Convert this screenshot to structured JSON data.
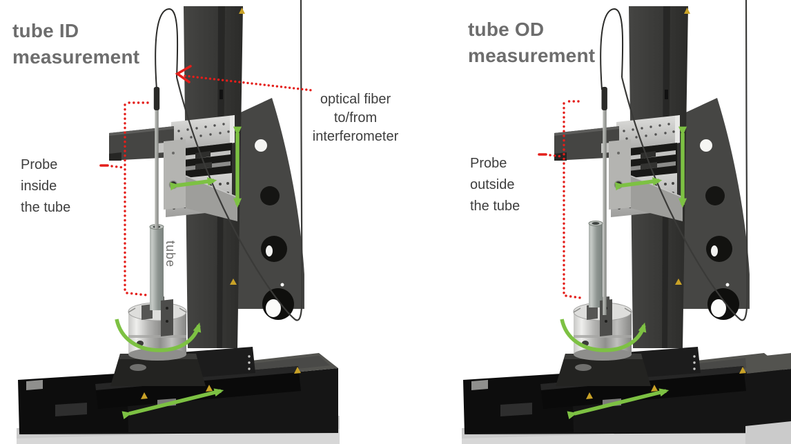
{
  "figure": {
    "left_panel": {
      "title_line1": "tube ID",
      "title_line2": "measurement",
      "probe_note_line1": "Probe",
      "probe_note_line2": "inside",
      "probe_note_line3": "the tube",
      "fiber_note_line1": "optical fiber",
      "fiber_note_line2": "to/from",
      "fiber_note_line3": "interferometer",
      "tube_label": "tube"
    },
    "right_panel": {
      "title_line1": "tube OD",
      "title_line2": "measurement",
      "probe_note_line1": "Probe",
      "probe_note_line2": "outside",
      "probe_note_line3": "the tube"
    },
    "colors": {
      "annotation_red": "#e41e1a",
      "motion_green": "#7dc143",
      "title_gray": "#6d6d6d",
      "note_text": "#3e3e3e"
    },
    "icons": {
      "fiber_pointer": "red-dotted-arrow",
      "probe_extent": "red-dotted-bracket",
      "vertical_motion": "green-double-arrow-vertical",
      "lateral_motion": "green-double-arrow-horizontal",
      "rotation_motion": "green-rotation-arc-arrow",
      "base_travel": "green-double-arrow-horizontal"
    }
  }
}
